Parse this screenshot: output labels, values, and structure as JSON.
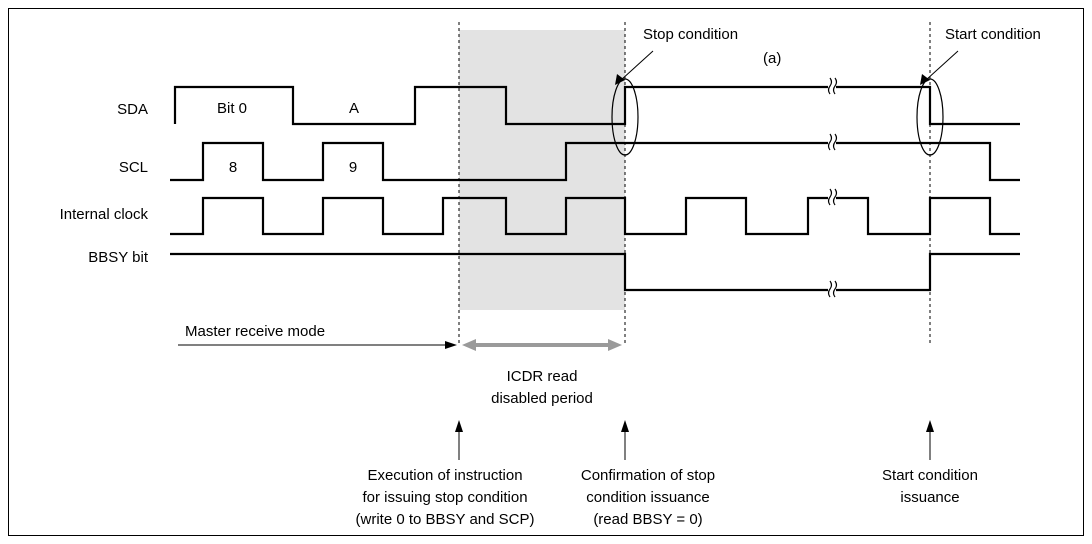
{
  "signals": {
    "sda": "SDA",
    "scl": "SCL",
    "internal_clock": "Internal clock",
    "bbsy": "BBSY bit"
  },
  "bits": {
    "bit0": "Bit 0",
    "ack": "A",
    "clk8": "8",
    "clk9": "9"
  },
  "callouts": {
    "stop_condition": "Stop condition",
    "start_condition": "Start condition",
    "point_a": "(a)"
  },
  "mode": {
    "master_receive": "Master receive mode"
  },
  "period": {
    "line1": "ICDR read",
    "line2": "disabled  period"
  },
  "notes": {
    "execution": [
      "Execution of instruction",
      "for issuing stop condition",
      "(write 0 to BBSY and SCP)"
    ],
    "confirmation": [
      "Confirmation of stop",
      "condition issuance",
      "(read BBSY = 0)"
    ],
    "start_issuance": [
      "Start condition",
      "issuance"
    ]
  }
}
